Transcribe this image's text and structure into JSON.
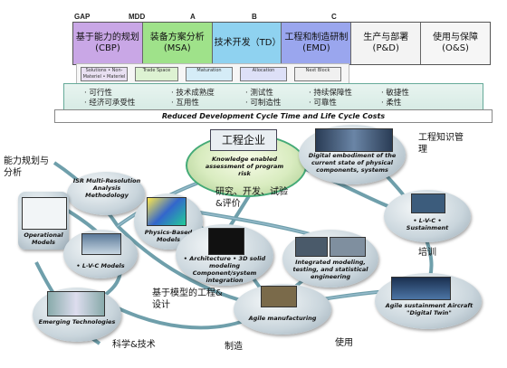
{
  "header": {
    "markers": [
      "GAP",
      "MDD",
      "A",
      "B",
      "C"
    ],
    "phases": [
      {
        "label": "基于能力的规划(CBP)",
        "color": "#c9a7e6"
      },
      {
        "label": "装备方案分析(MSA)",
        "color": "#9fe28a"
      },
      {
        "label": "技术开发（TD）",
        "color": "#8fd2f0"
      },
      {
        "label": "工程和制造研制(EMD)",
        "color": "#9aa6ee"
      },
      {
        "label": "生产与部署(P&D)",
        "color": "#f3f3f3"
      },
      {
        "label": "使用与保障(O&S)",
        "color": "#f6f6f6"
      }
    ],
    "legend": [
      "Solutions • Non-Materiel • Materiel",
      "Trade Space",
      "Maturation",
      "Allocation",
      "Next Block"
    ]
  },
  "attributes": {
    "col1": [
      "· 可行性",
      "· 经济可承受性"
    ],
    "col2": [
      "· 技术成熟度",
      "· 互用性"
    ],
    "col3": [
      "· 测试性",
      "· 可制造性"
    ],
    "col4": [
      "· 持续保障性",
      "· 可靠性"
    ],
    "col5": [
      "· 敏捷性",
      "· 柔性"
    ],
    "cost_banner": "Reduced Development Cycle Time and  Life Cycle Costs"
  },
  "center": {
    "title": "工程企业",
    "caption": "Knowledge enabled assessment of program risk"
  },
  "nodes": {
    "digital_embodiment": "Digital embodiment of the current state of physical components, systems",
    "isr": "ISR Multi-Resolution Analysis Methodology",
    "operational": "Operational Models",
    "lvc_models": "• L-V-C Models",
    "physics": "Physics-Based Models",
    "architecture": "• Architecture • 3D solid modeling Component/system integration",
    "integrated": "Integrated modeling, testing, and statistical engineering",
    "lvc_sustain": "• L-V-C • Sustainment",
    "emerging": "Emerging Technologies",
    "agile_mfg": "Agile manufacturing",
    "digital_twin": "Agile sustainment Aircraft \"Digital Twin\""
  },
  "cn_labels": {
    "capability": "能力规划与分析",
    "knowledge": "工程知识管理",
    "research": "研究、开发、试验&评价",
    "training": "培训",
    "mbse": "基于模型的工程&设计",
    "science": "科学&技术",
    "manufacturing": "制造",
    "usage": "使用"
  }
}
